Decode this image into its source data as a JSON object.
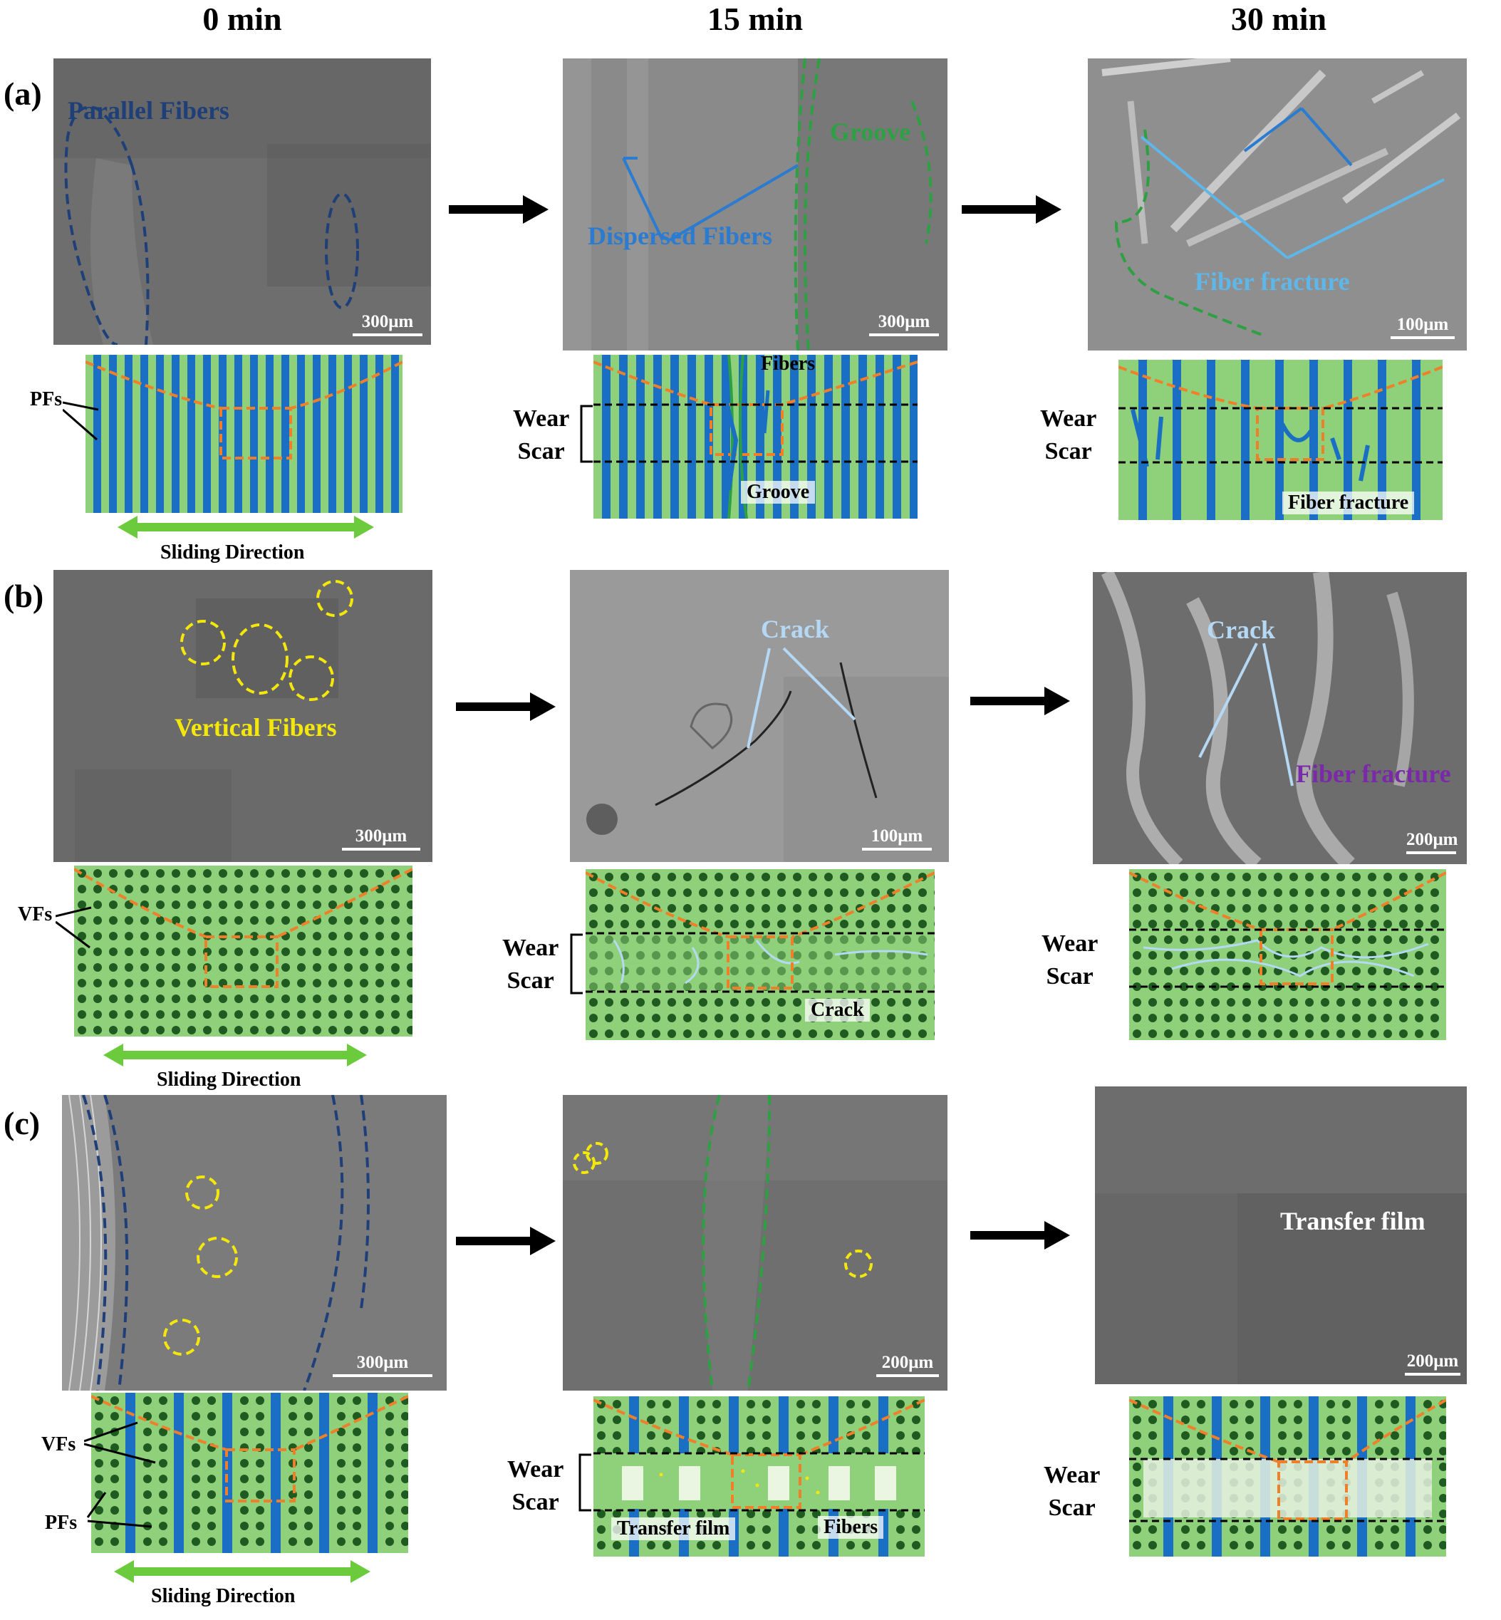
{
  "columns": [
    "0 min",
    "15 min",
    "30 min"
  ],
  "rows": [
    "(a)",
    "(b)",
    "(c)"
  ],
  "panel_a": {
    "t0_label": "Parallel Fibers",
    "t0_scale": "300μm",
    "t15_labels": [
      "Dispersed Fibers",
      "Groove"
    ],
    "t15_scale": "300μm",
    "t30_label": "Fiber fracture",
    "t30_scale": "100μm",
    "dia0_label": "PFs",
    "dia15_labels": [
      "Fibers",
      "Groove"
    ],
    "dia30_label": "Fiber fracture"
  },
  "panel_b": {
    "t0_label": "Vertical Fibers",
    "t0_scale": "300μm",
    "t15_label": "Crack",
    "t15_scale": "100μm",
    "t30_labels": [
      "Crack",
      "Fiber fracture"
    ],
    "t30_scale": "200μm",
    "dia0_label": "VFs",
    "dia15_label": "Crack"
  },
  "panel_c": {
    "t0_scale": "300μm",
    "t15_scale": "200μm",
    "t30_label": "Transfer film",
    "t30_scale": "200μm",
    "dia0_labels": [
      "VFs",
      "PFs"
    ],
    "dia15_labels": [
      "Transfer film",
      "Fibers"
    ]
  },
  "common": {
    "wear_line1": "Wear",
    "wear_line2": "Scar",
    "sliding": "Sliding Direction"
  },
  "colors": {
    "sem_gray": "#7a7a7a",
    "fiber_blue": "#1a6fc4",
    "matrix_green": "#8ed17a",
    "dot_green": "#1f5a20",
    "orange_dash": "#f07f2a",
    "arrow_green": "#6ccb3c",
    "parallel_label": "#1e3f78",
    "dispersed_label": "#2b7bd0",
    "groove_label": "#2ea043",
    "fracture_label": "#5fb6e8",
    "vertical_label": "#f4e70b",
    "crack_label": "#b5d8f4",
    "fracture_purple": "#7a2aa8"
  }
}
